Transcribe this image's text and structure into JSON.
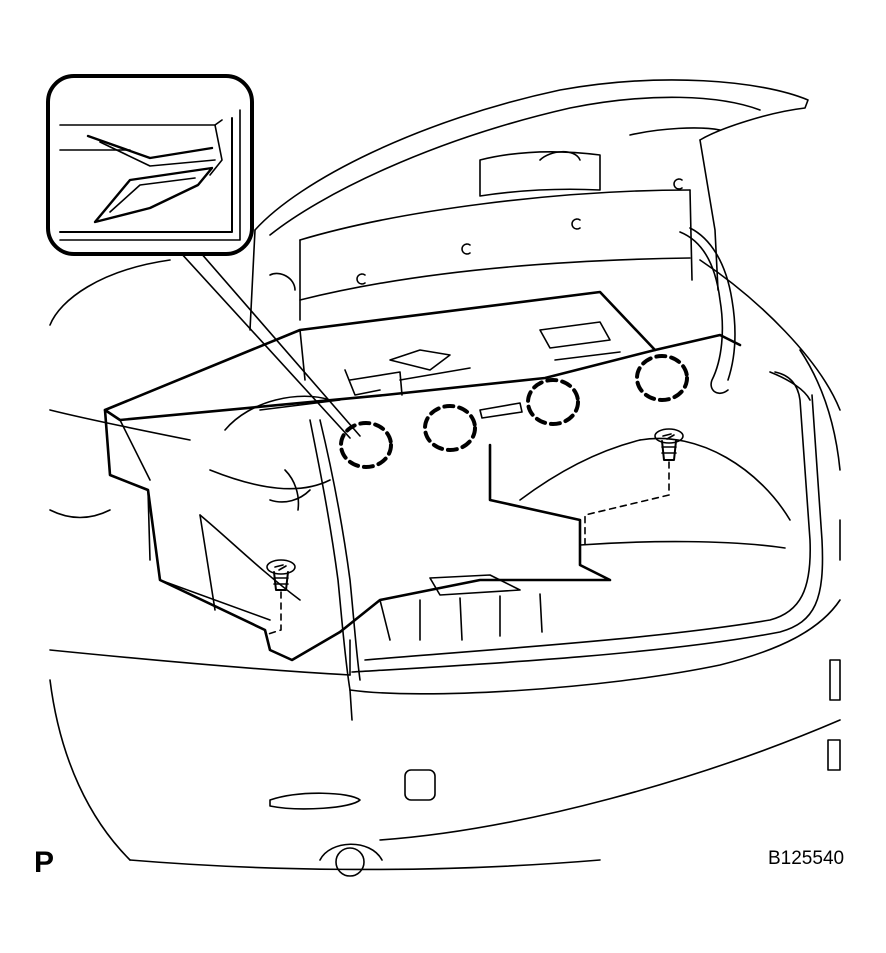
{
  "view_mark": "P",
  "figure_code": "B125540",
  "colors": {
    "line": "#000000",
    "background": "#ffffff"
  },
  "icons": {
    "clip_fastener": "push-clip-icon",
    "callout_frame": "rounded-rect-callout"
  },
  "clip_location_count": 4,
  "push_clip_count": 2
}
